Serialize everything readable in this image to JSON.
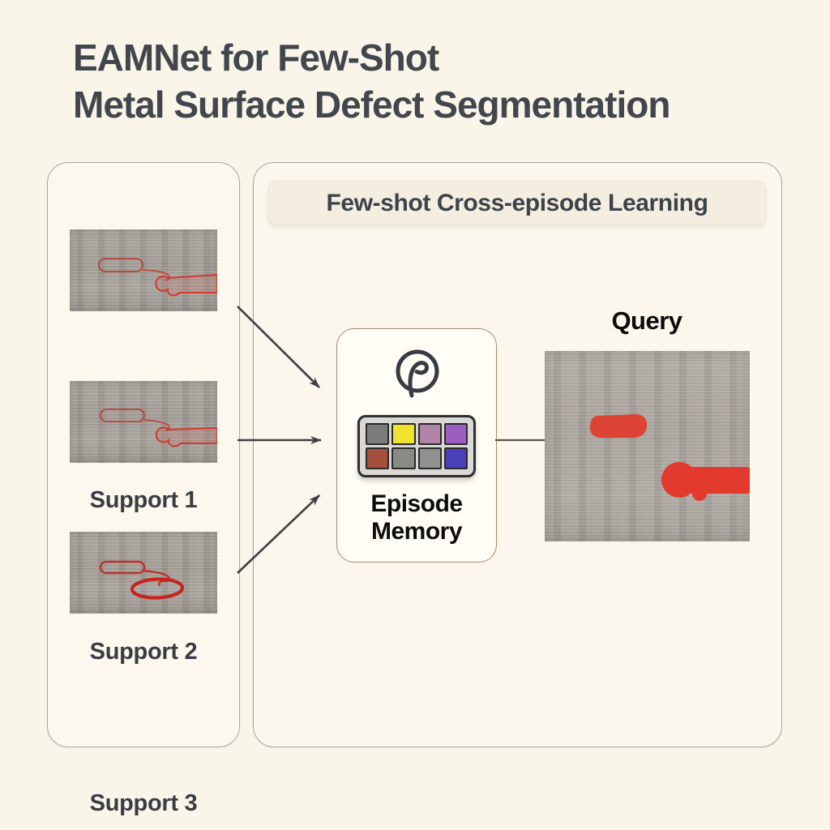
{
  "title": {
    "line1": "EAMNet for Few-Shot",
    "line2": "Metal Surface Defect Segmentation"
  },
  "left_panel": {
    "supports": [
      {
        "label": "Support 1"
      },
      {
        "label": "Support 2"
      },
      {
        "label": "Support 3"
      }
    ]
  },
  "right_panel": {
    "header": "Few-shot Cross-episode Learning",
    "query_label": "Query"
  },
  "memory": {
    "icon": "loop-pin-icon",
    "label_line1": "Episode",
    "label_line2": "Memory",
    "tiles": [
      "#7b7b78",
      "#f2e230",
      "#b183a6",
      "#9c5fbf",
      "#a5503a",
      "#8b8b86",
      "#90908c",
      "#4a3fb8"
    ]
  },
  "colors": {
    "background": "#faf5e9",
    "title_text": "#42464d",
    "panel_border": "#a8a8a6",
    "memory_box_border": "#a8886e",
    "arrow": "#3c3f44",
    "defect_red": "#d6483a",
    "query_mask_red": "#dd4435"
  }
}
